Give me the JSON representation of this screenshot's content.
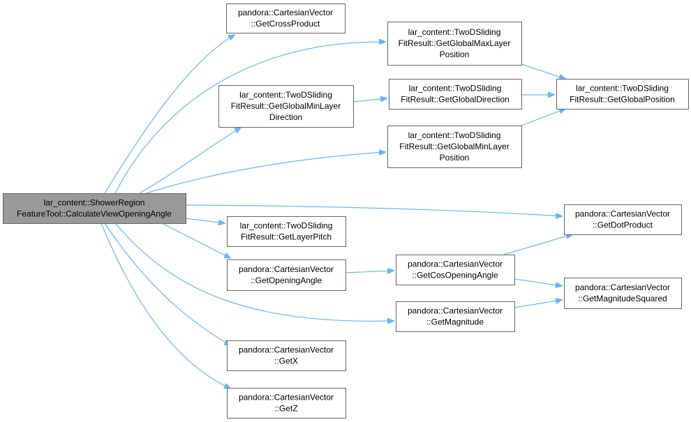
{
  "diagram": {
    "edge_color": "#63b8ff",
    "root_fill": "#999999",
    "node_fill": "#ffffff",
    "node_border": "#666666",
    "nodes": [
      {
        "id": "root",
        "lines": [
          "lar_content::ShowerRegion",
          "FeatureTool::CalculateViewOpeningAngle"
        ],
        "root": true
      },
      {
        "id": "getCrossProduct",
        "lines": [
          "pandora::CartesianVector",
          "::GetCrossProduct"
        ]
      },
      {
        "id": "getGlobalMaxLayerPosition",
        "lines": [
          "lar_content::TwoDSliding",
          "FitResult::GetGlobalMaxLayer",
          "Position"
        ]
      },
      {
        "id": "getGlobalMinLayerDirection",
        "lines": [
          "lar_content::TwoDSliding",
          "FitResult::GetGlobalMinLayer",
          "Direction"
        ]
      },
      {
        "id": "getGlobalDirection",
        "lines": [
          "lar_content::TwoDSliding",
          "FitResult::GetGlobalDirection"
        ]
      },
      {
        "id": "getGlobalPosition",
        "lines": [
          "lar_content::TwoDSliding",
          "FitResult::GetGlobalPosition"
        ]
      },
      {
        "id": "getGlobalMinLayerPosition",
        "lines": [
          "lar_content::TwoDSliding",
          "FitResult::GetGlobalMinLayer",
          "Position"
        ]
      },
      {
        "id": "getDotProduct",
        "lines": [
          "pandora::CartesianVector",
          "::GetDotProduct"
        ]
      },
      {
        "id": "getLayerPitch",
        "lines": [
          "lar_content::TwoDSliding",
          "FitResult::GetLayerPitch"
        ]
      },
      {
        "id": "getOpeningAngle",
        "lines": [
          "pandora::CartesianVector",
          "::GetOpeningAngle"
        ]
      },
      {
        "id": "getCosOpeningAngle",
        "lines": [
          "pandora::CartesianVector",
          "::GetCosOpeningAngle"
        ]
      },
      {
        "id": "getMagnitudeSquared",
        "lines": [
          "pandora::CartesianVector",
          "::GetMagnitudeSquared"
        ]
      },
      {
        "id": "getMagnitude",
        "lines": [
          "pandora::CartesianVector",
          "::GetMagnitude"
        ]
      },
      {
        "id": "getX",
        "lines": [
          "pandora::CartesianVector",
          "::GetX"
        ]
      },
      {
        "id": "getZ",
        "lines": [
          "pandora::CartesianVector",
          "::GetZ"
        ]
      }
    ],
    "edges": [
      {
        "from": "root",
        "to": "getCrossProduct"
      },
      {
        "from": "root",
        "to": "getGlobalMaxLayerPosition"
      },
      {
        "from": "root",
        "to": "getGlobalMinLayerDirection"
      },
      {
        "from": "root",
        "to": "getGlobalMinLayerPosition"
      },
      {
        "from": "root",
        "to": "getDotProduct"
      },
      {
        "from": "root",
        "to": "getLayerPitch"
      },
      {
        "from": "root",
        "to": "getOpeningAngle"
      },
      {
        "from": "root",
        "to": "getMagnitude"
      },
      {
        "from": "root",
        "to": "getX"
      },
      {
        "from": "root",
        "to": "getZ"
      },
      {
        "from": "getGlobalMaxLayerPosition",
        "to": "getGlobalPosition"
      },
      {
        "from": "getGlobalMinLayerDirection",
        "to": "getGlobalDirection"
      },
      {
        "from": "getGlobalDirection",
        "to": "getGlobalPosition"
      },
      {
        "from": "getGlobalMinLayerPosition",
        "to": "getGlobalPosition"
      },
      {
        "from": "getOpeningAngle",
        "to": "getCosOpeningAngle"
      },
      {
        "from": "getCosOpeningAngle",
        "to": "getDotProduct"
      },
      {
        "from": "getCosOpeningAngle",
        "to": "getMagnitudeSquared"
      },
      {
        "from": "getMagnitude",
        "to": "getMagnitudeSquared"
      }
    ]
  }
}
